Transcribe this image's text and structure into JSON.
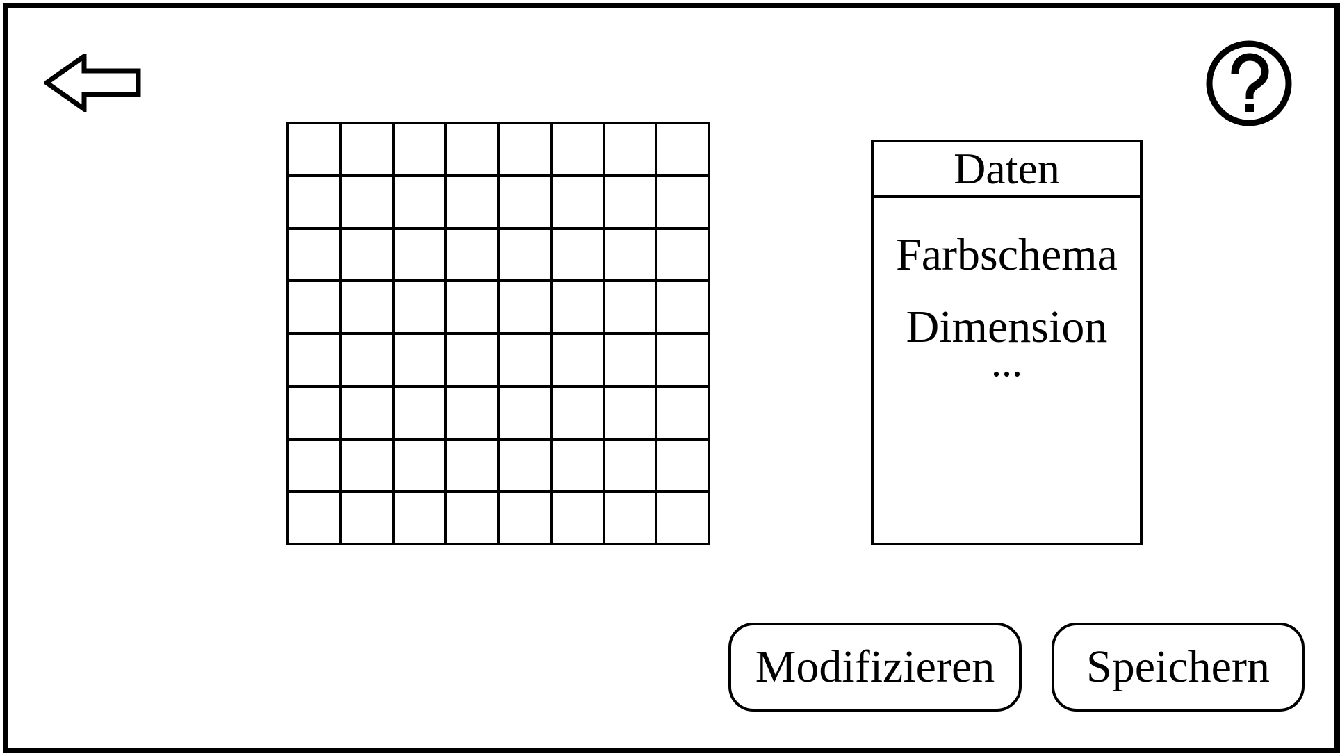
{
  "toolbar": {
    "back_icon": "arrow-left-icon",
    "help_icon": "question-mark-icon"
  },
  "editor": {
    "grid_rows": 8,
    "grid_cols": 8
  },
  "data_panel": {
    "title": "Daten",
    "items": [
      {
        "label": "Farbschema"
      },
      {
        "label": "Dimension"
      }
    ],
    "more": "..."
  },
  "actions": {
    "modify_label": "Modifizieren",
    "save_label": "Speichern"
  }
}
